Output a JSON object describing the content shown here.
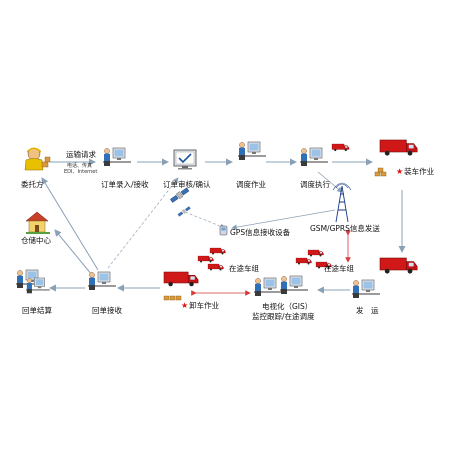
{
  "colors": {
    "arrow": "#8aa0b6",
    "dashed": "#9fb0c2",
    "truck": "#d01818",
    "star": "#e01010",
    "double_arrow": "#d43a3a"
  },
  "nodes": {
    "client": "委托方",
    "transport_request": "运输请求",
    "request_methods": "电话、传真",
    "request_methods2": "EDI、Internet",
    "order_entry": "订单录入/接收",
    "order_review": "订单审核/确认",
    "dispatch_work": "调度作业",
    "dispatch_exec": "调度执行",
    "loading_work": "装车作业",
    "warehouse_center": "仓储中心",
    "gps_receiver": "GPS信息接收设备",
    "gsm_gprs": "GSM/GPRS信息发送",
    "return_settle": "回单结算",
    "return_receive": "回单接收",
    "unloading_work": "卸车作业",
    "fleet_en_route_1": "在途车组",
    "fleet_en_route_2": "在途车组",
    "gis_monitor_line1": "电视化（GIS）",
    "gis_monitor_line2": "监控跟踪/在途调度",
    "shipping": "发　运"
  },
  "icons": [
    "client-person-icon",
    "computer-workstation-icon",
    "monitor-screen-icon",
    "satellite-icon",
    "radio-tower-icon",
    "truck-icon",
    "house-icon",
    "boxes-icon"
  ]
}
